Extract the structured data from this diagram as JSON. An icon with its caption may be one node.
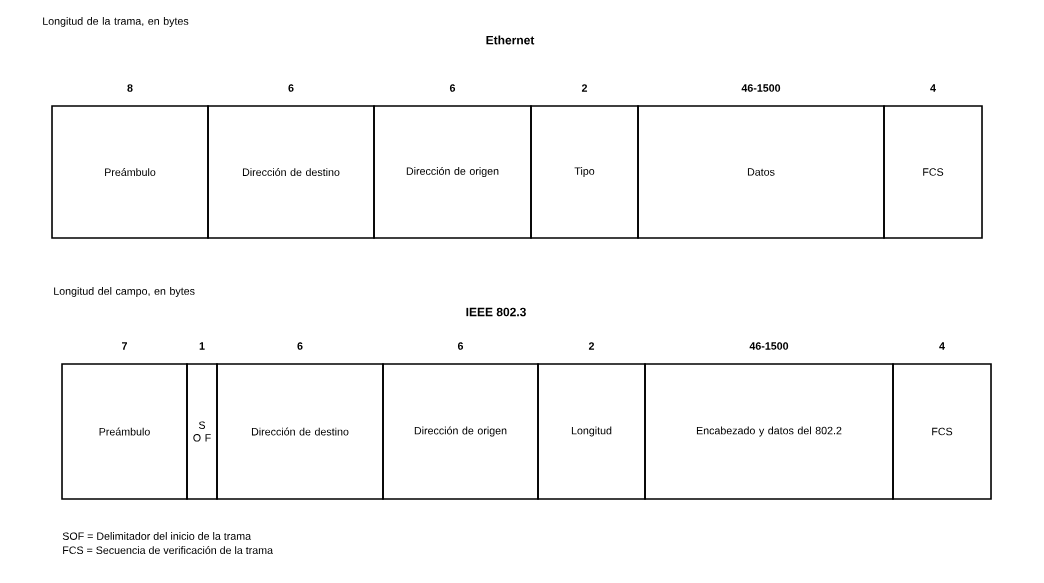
{
  "diagram": {
    "nodes": [
      {
        "text": [
          "Preámbulo"
        ],
        "beside": [
          "8"
        ]
      },
      {
        "text": [
          "Dirección de destino"
        ],
        "beside": [
          "6"
        ]
      },
      {
        "text": [
          "Dirección de origen"
        ],
        "beside": [
          "6"
        ]
      },
      {
        "text": [
          "Tipo"
        ],
        "beside": [
          "2"
        ]
      },
      {
        "text": [
          "Datos"
        ],
        "beside": [
          "46-1500"
        ]
      },
      {
        "text": [
          "FCS"
        ],
        "beside": [
          "4"
        ]
      },
      {
        "text": [
          "Preámbulo"
        ],
        "beside": [
          "7"
        ]
      },
      {
        "text": [
          "S O F"
        ],
        "beside": [
          "1"
        ]
      },
      {
        "text": [
          "Dirección de destino"
        ],
        "beside": [
          "6"
        ]
      },
      {
        "text": [
          "Dirección de origen"
        ],
        "beside": [
          "6"
        ]
      },
      {
        "text": [
          "Longitud"
        ],
        "beside": [
          "2"
        ]
      },
      {
        "text": [
          "Encabezado y datos del 802.2"
        ],
        "beside": [
          "46-1500"
        ]
      },
      {
        "text": [
          "FCS"
        ],
        "beside": [
          "4"
        ]
      }
    ],
    "labels": [
      "Longitud de la trama, en bytes",
      "Ethernet",
      "Longitud del campo, en bytes",
      "IEEE 802.3",
      "SOF = Delimitador del inicio de la trama",
      "FCS = Secuencia de verificación de la trama"
    ]
  }
}
